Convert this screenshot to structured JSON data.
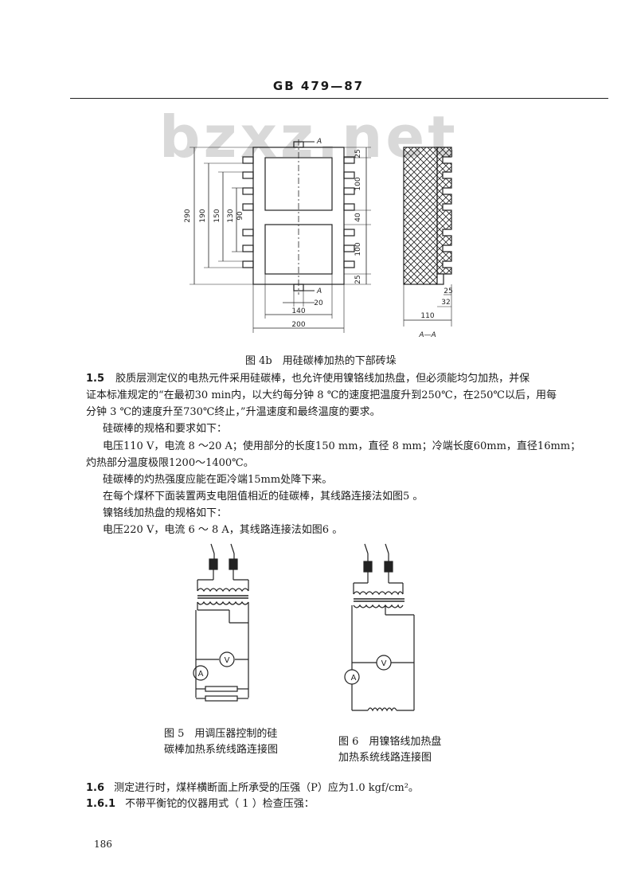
{
  "header": {
    "standard": "GB 479—87"
  },
  "watermark": "bzxz.net",
  "figure4b": {
    "caption": "图 4b　用硅碳棒加热的下部砖垛",
    "dims": {
      "d25a": "25",
      "d100a": "100",
      "d40": "40",
      "d100b": "100",
      "d25b": "25",
      "d290": "290",
      "d190": "190",
      "d150": "150",
      "d130": "130",
      "d90": "90",
      "d20": "20",
      "d140": "140",
      "d200": "200",
      "s25": "25",
      "s32": "32",
      "s110": "110"
    },
    "section_label_a": "A",
    "section_label_b": "A",
    "section_view": "A—A"
  },
  "section_1_5": {
    "number": "1.5",
    "lines": [
      "胶质层测定仪的电热元件采用硅碳棒，也允许使用镍铬线加热盘，但必须能均匀加热，并保",
      "证本标准规定的“在最初30 min内，以大约每分钟 8 ℃的速度把温度升到250℃，在250℃以后，用每",
      "分钟 3 ℃的速度升至730℃终止，”升温速度和最终温度的要求。"
    ],
    "p2": "硅碳棒的规格和要求如下：",
    "p3_lines": [
      "电压110 V，电流 8 ～20 A；使用部分的长度150 mm，直径 8 mm；冷端长度60mm，直径16mm；",
      "灼热部分温度极限1200～1400℃。"
    ],
    "p4": "硅碳棒的灼热强度应能在距冷端15mm处降下来。",
    "p5": "在每个煤杯下面装置两支电阻值相近的硅碳棒，其线路连接法如图5 。",
    "p6": "镍铬线加热盘的规格如下：",
    "p7": "电压220 V，电流 6 ～ 8 A，其线路连接法如图6 。"
  },
  "figure5": {
    "caption_l1": "图 5　用调压器控制的硅",
    "caption_l2": "碳棒加热系统线路连接图",
    "meter_v": "V",
    "meter_a": "A"
  },
  "figure6": {
    "caption_l1": "图 6　用镍铬线加热盘",
    "caption_l2": "加热系统线路连接图",
    "meter_v": "V",
    "meter_a": "A"
  },
  "section_1_6": {
    "number": "1.6",
    "text": "测定进行时，煤样横断面上所承受的压强（P）应为1.0 kgf/cm²。"
  },
  "section_1_6_1": {
    "number": "1.6.1",
    "text": "不带平衡铊的仪器用式（ 1 ）检查压强："
  },
  "page_number": "186"
}
